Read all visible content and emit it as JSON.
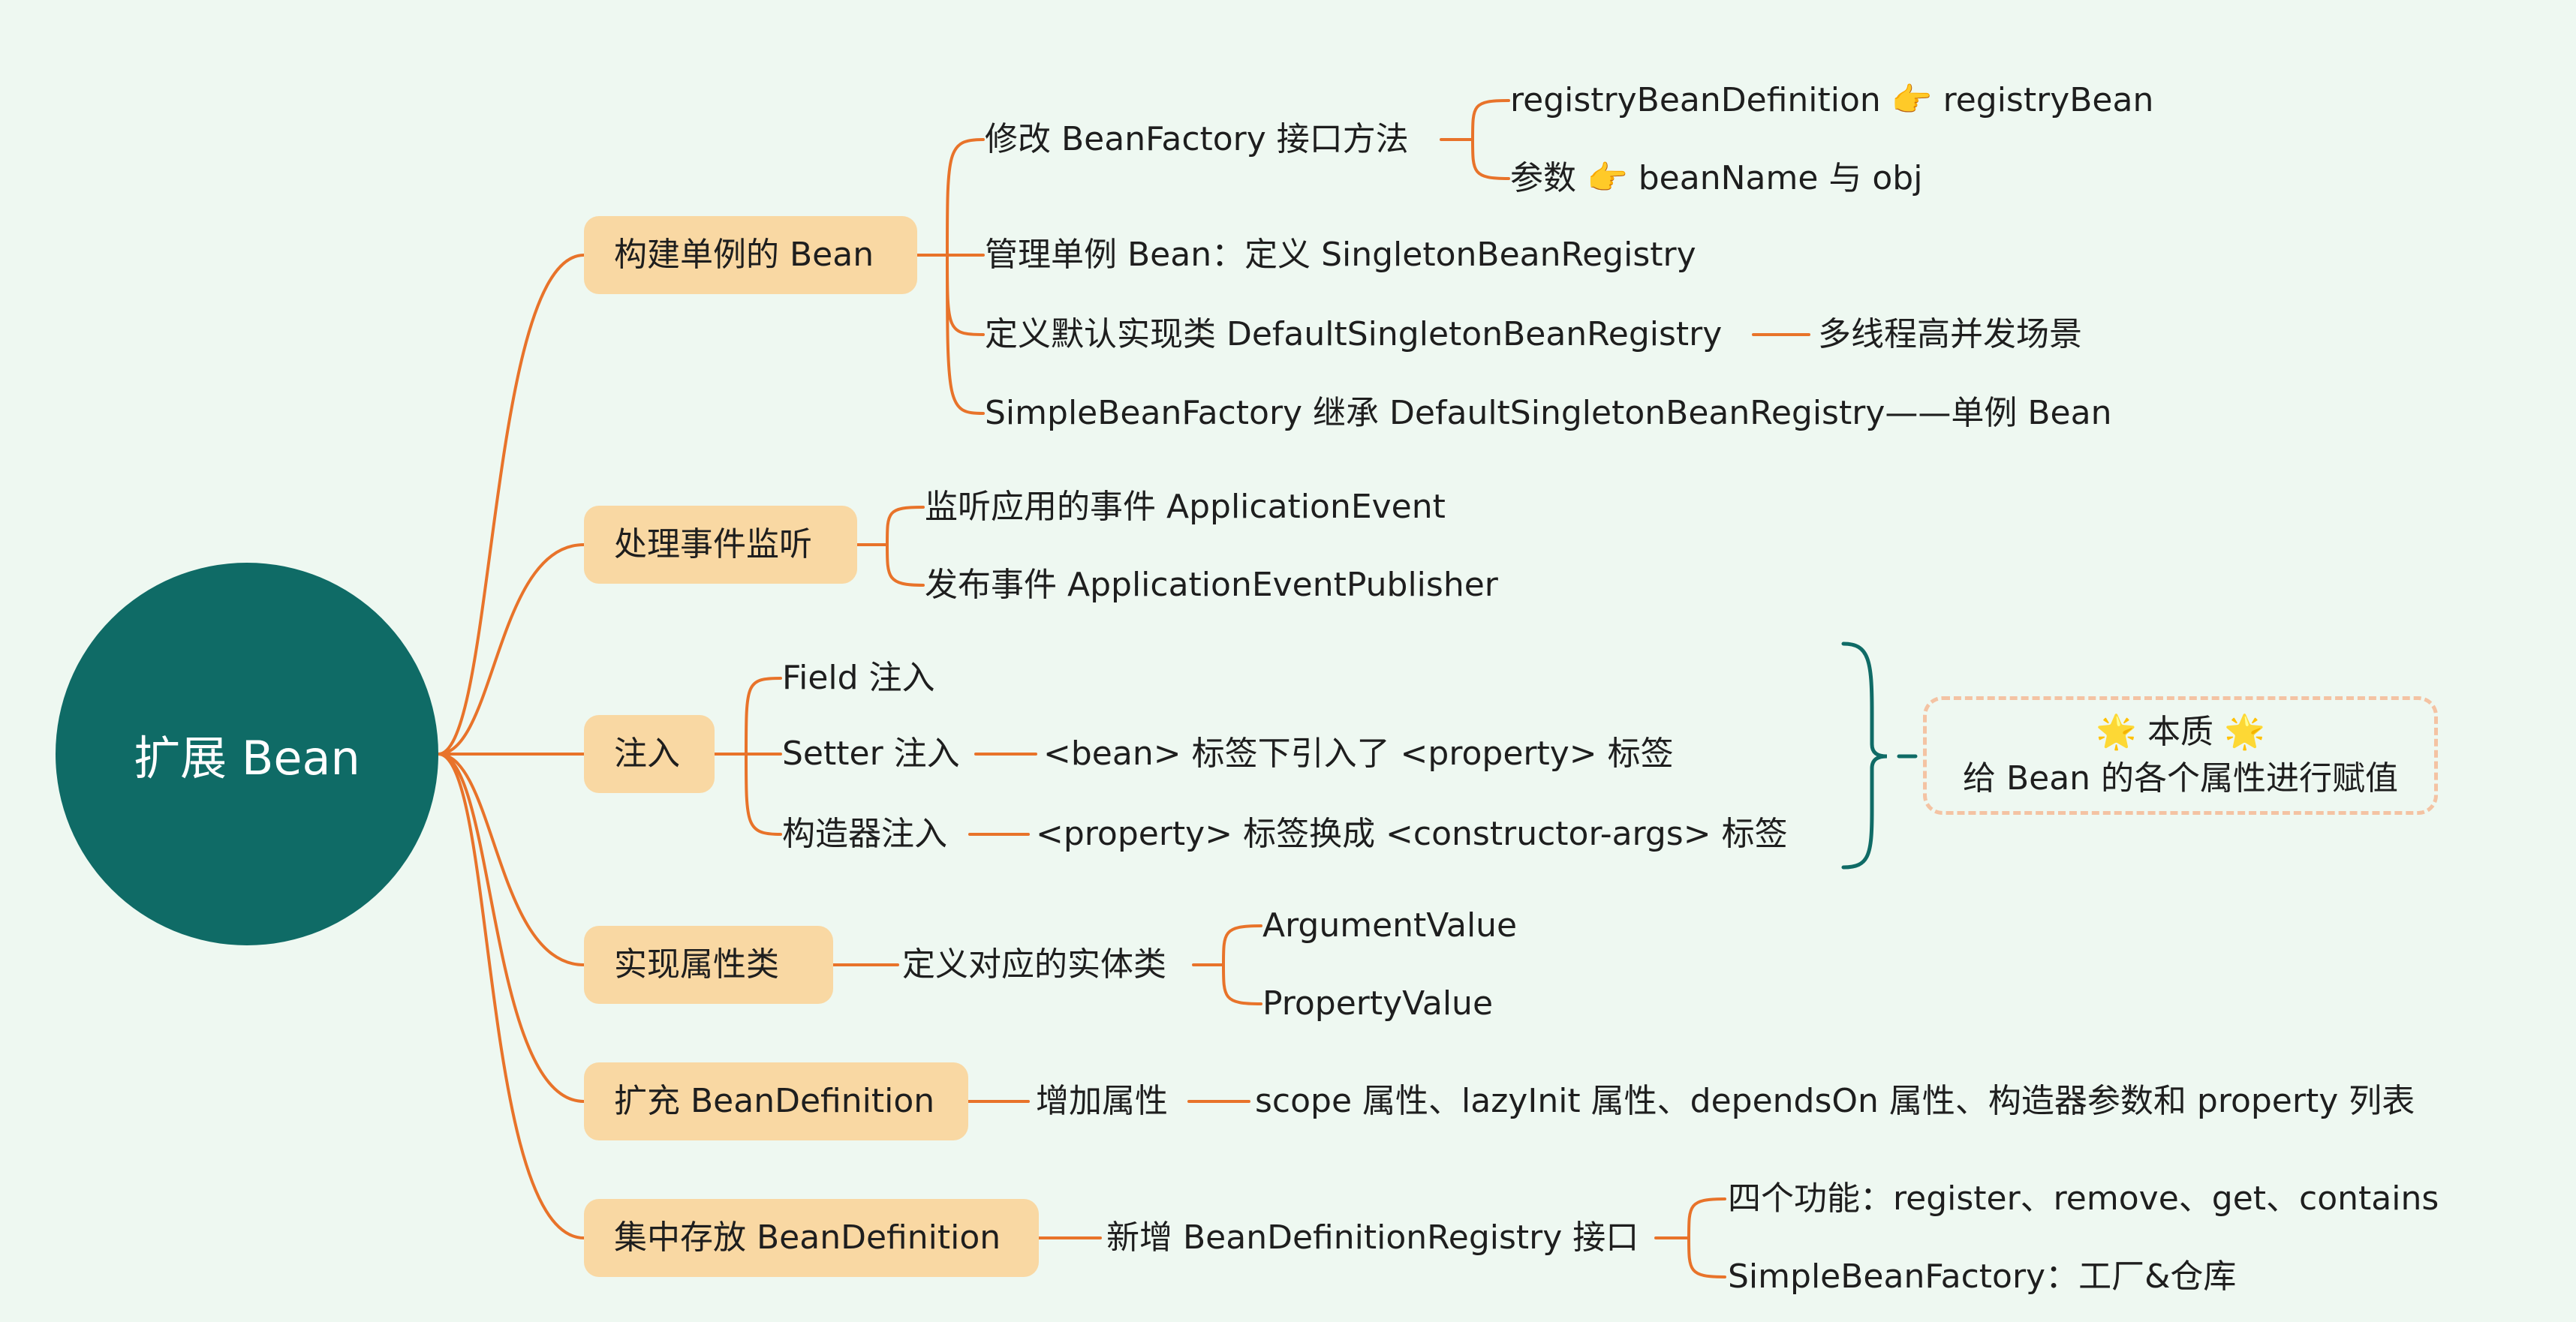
{
  "root": "扩展 Bean",
  "branches": [
    {
      "label": "构建单例的 Bean"
    },
    {
      "label": "处理事件监听"
    },
    {
      "label": "注入"
    },
    {
      "label": "实现属性类"
    },
    {
      "label": "扩充 BeanDefinition"
    },
    {
      "label": "集中存放 BeanDefinition"
    }
  ],
  "nodes": {
    "n1": "修改 BeanFactory 接口方法",
    "n1a": "registryBeanDefinition 👉 registryBean",
    "n1b": "参数 👉 beanName 与 obj",
    "n2": "管理单例 Bean：定义 SingletonBeanRegistry",
    "n3": "定义默认实现类 DefaultSingletonBeanRegistry",
    "n3a": "多线程高并发场景",
    "n4": "SimpleBeanFactory 继承 DefaultSingletonBeanRegistry——单例 Bean",
    "e1": "监听应用的事件 ApplicationEvent",
    "e2": "发布事件 ApplicationEventPublisher",
    "i1": "Field 注入",
    "i2": "Setter 注入",
    "i2a": "<bean> 标签下引入了 <property> 标签",
    "i3": "构造器注入",
    "i3a": "<property> 标签换成 <constructor-args> 标签",
    "p1": "定义对应的实体类",
    "p1a": "ArgumentValue",
    "p1b": "PropertyValue",
    "d1": "增加属性",
    "d1a": "scope 属性、lazyInit 属性、dependsOn 属性、构造器参数和 property 列表",
    "r1": "新增 BeanDefinitionRegistry 接口",
    "r1a": "四个功能：register、remove、get、contains",
    "r1b": "SimpleBeanFactory：工厂&仓库"
  },
  "summary": {
    "star": "🌟",
    "title": "本质",
    "text": "给 Bean 的各个属性进行赋值"
  },
  "colors": {
    "root": "#0f6b66",
    "branch": "#f9d8a3",
    "line": "#e8732a",
    "brace": "#0f6b66",
    "summary_border": "#f4c3a3",
    "background": "#eef8f1"
  }
}
